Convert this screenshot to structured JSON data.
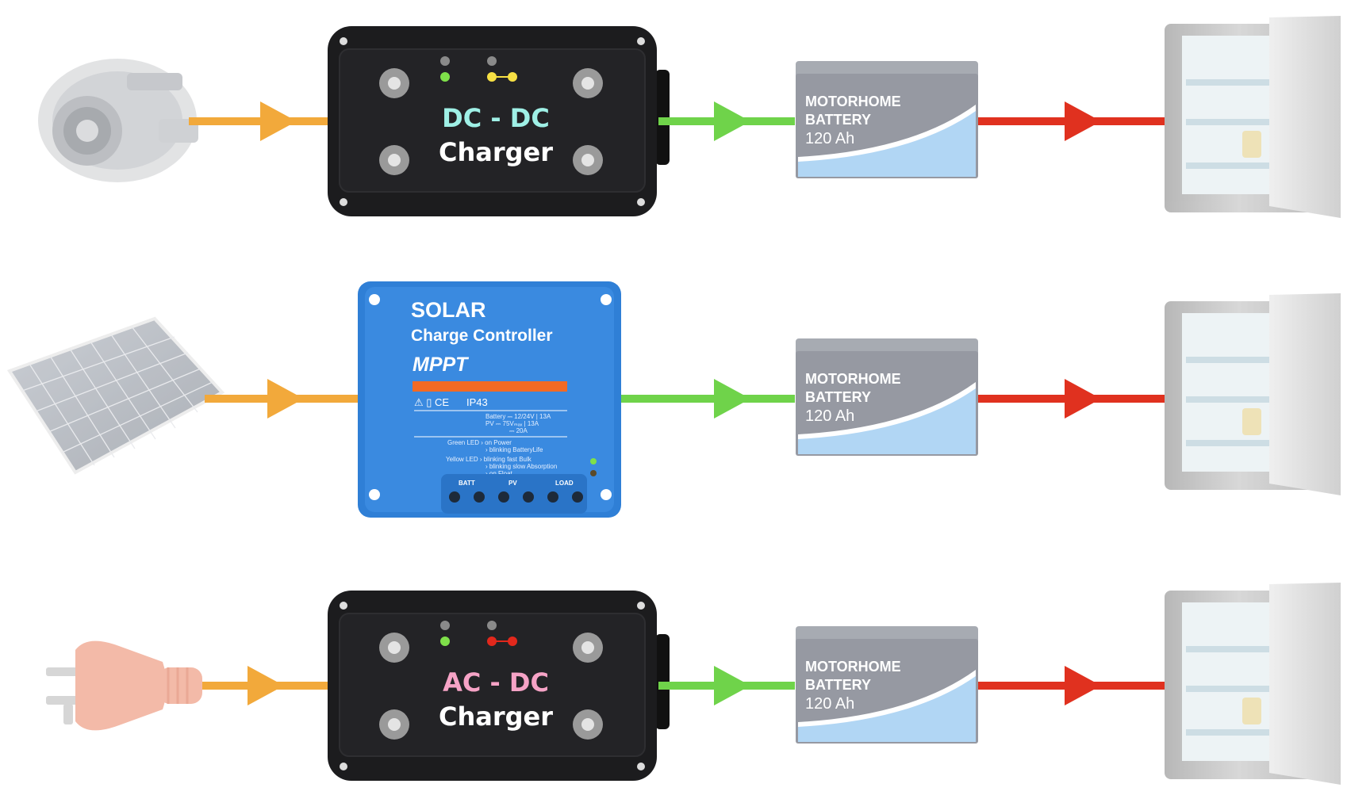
{
  "colors": {
    "input_arrow": "#f2a93b",
    "output_arrow": "#6fd34a",
    "load_arrow": "#e0311f",
    "charger_body": "#1c1c1e",
    "solar_body": "#2f7fd6",
    "battery_body": "#8b8f99",
    "battery_stripe": "#a9d2f3"
  },
  "rows": [
    {
      "source": "alternator-icon",
      "charger": {
        "line1": "DC - DC",
        "line2": "Charger",
        "accent": "#9ff0e6"
      },
      "battery": {
        "line1": "MOTORHOME",
        "line2": "BATTERY",
        "capacity": "120 Ah"
      },
      "load": "fridge-icon"
    },
    {
      "source": "solar-panel-icon",
      "controller": {
        "title": "SOLAR",
        "subtitle": "Charge Controller",
        "model": "MPPT",
        "rating": "IP43",
        "specs": [
          "Battery ⎓ 12/24V | 13A",
          "PV ⎓ 75Vₘₐₓ | 13A",
          "⎓ 20A"
        ],
        "leds": [
          "Green LED › on  Power",
          "› blinking  BatteryLife",
          "Yellow LED › blinking fast  Bulk",
          "› blinking slow  Absorption",
          "› on  Float"
        ],
        "terminals": [
          "BATT",
          "PV",
          "LOAD"
        ]
      },
      "battery": {
        "line1": "MOTORHOME",
        "line2": "BATTERY",
        "capacity": "120 Ah"
      },
      "load": "fridge-icon"
    },
    {
      "source": "power-plug-icon",
      "charger": {
        "line1": "AC - DC",
        "line2": "Charger",
        "accent": "#f6a3c6"
      },
      "battery": {
        "line1": "MOTORHOME",
        "line2": "BATTERY",
        "capacity": "120 Ah"
      },
      "load": "fridge-icon"
    }
  ]
}
